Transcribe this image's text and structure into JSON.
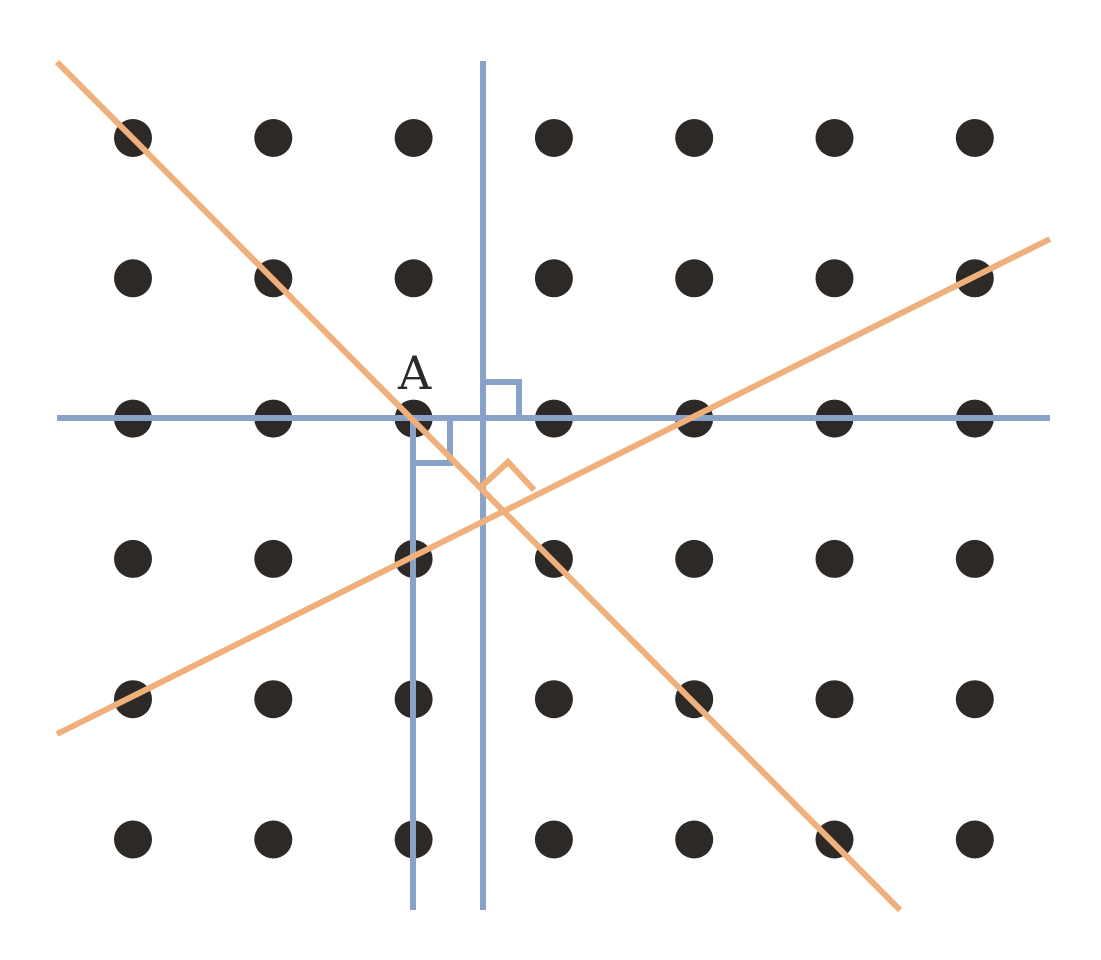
{
  "diagram": {
    "point_label": "A",
    "grid": {
      "columns": 7,
      "rows": 6
    },
    "colors": {
      "background": "#ffffff",
      "dot": "#2d2926",
      "blue": "#8aa2c8",
      "orange": "#f0b07c",
      "label": "#2d2926"
    },
    "lines": [
      {
        "name": "horizontal-line",
        "color": "blue",
        "orientation": "horizontal",
        "through": "A"
      },
      {
        "name": "vertical-line-through-a",
        "color": "blue",
        "orientation": "vertical",
        "through": "A",
        "perpendicular_to": "horizontal-line"
      },
      {
        "name": "vertical-line-right",
        "color": "blue",
        "orientation": "vertical",
        "perpendicular_to": "horizontal-line"
      },
      {
        "name": "diagonal-line-down",
        "color": "orange",
        "orientation": "diagonal",
        "through": "A"
      },
      {
        "name": "diagonal-line-up",
        "color": "orange",
        "orientation": "diagonal",
        "perpendicular_to": "diagonal-line-down"
      }
    ]
  }
}
